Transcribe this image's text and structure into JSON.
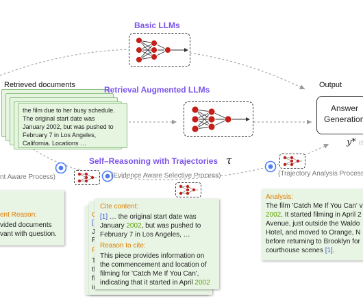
{
  "basic_llms": {
    "title": "Basic LLMs"
  },
  "retrieval": {
    "docs_label": "Retrieved documents",
    "title": "Retrieval Augmented  LLMs",
    "doc_lines": [
      "the film due to her busy schedule.",
      "The original start date was",
      "January 2002, but was pushed to",
      "February 7 in Los Angeles,",
      "California. Locations …"
    ]
  },
  "output": {
    "label": "Output",
    "answer_line1": "Answer",
    "answer_line2": "Generation",
    "y_star": "y*",
    "y_star_tail": "(S"
  },
  "self_reasoning": {
    "title": "Self–Reasoning with Trajectories",
    "tau": "τ",
    "relevant_label": "nt Aware Process)",
    "evidence_label": "(Evidence Aware Selective Process)",
    "trajectory_label": "(Trajectory Analysis Process"
  },
  "left_card": {
    "line0": ":",
    "reason_label": "ent Reason:",
    "lines": [
      "vided documents",
      "vant with question."
    ]
  },
  "cite_card": {
    "cite_label": "Cite content:",
    "cite_ref": "[1]",
    "cite_line1_rest": " … the original start date was",
    "cite_line2_a": "January ",
    "cite_year": "2002",
    "cite_line2_b": ", but was pushed to",
    "cite_line3": "February 7 in Los Angeles, …",
    "reason_label": "Reason to cite:",
    "reason_lines": [
      "This piece provides information on",
      "the commencement and location of",
      "filming for 'Catch Me If You Can',"
    ],
    "reason_last_a": "indicating that it started in April ",
    "reason_year": "2002",
    "back_letters": [
      "C",
      "[",
      "J",
      "F",
      "R",
      "T",
      "th",
      "fi",
      "in"
    ]
  },
  "analysis_card": {
    "label": "Analysis:",
    "line1": "The film 'Catch Me If You Can' v",
    "line2_year": "2002",
    "line2_rest": ". It started filming in April 2",
    "line3": "Avenue, just outside the Waldo",
    "line4": "Hotel, and moved to Orange, N",
    "line5": "before returning to Brooklyn for",
    "line6_a": "courthouse scenes ",
    "line6_ref": "[1]",
    "line6_b": "."
  },
  "colors": {
    "purple": "#7b54ea",
    "orange": "#e07a00",
    "cite_blue": "#3c56d8",
    "year_green": "#5aa000",
    "doc_green": "#e5f5e0",
    "node_red": "#c4201a"
  }
}
